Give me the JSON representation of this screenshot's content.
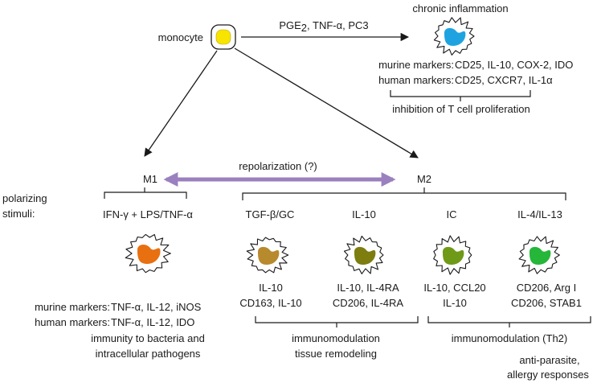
{
  "monocyte": {
    "label": "monocyte",
    "color": "#f7e400"
  },
  "top_arrow": {
    "prefix": "PGE",
    "sub": "2",
    "suffix": ", TNF-α, PC3"
  },
  "chronic": {
    "title": "chronic inflammation",
    "color": "#1fa3e0",
    "murine_label": "murine markers:",
    "murine_values": "CD25, IL-10, COX-2, IDO",
    "human_label": "human markers:",
    "human_values": "CD25, CXCR7, IL-1α",
    "outcome": "inhibition of T cell proliferation"
  },
  "m1_label": "M1",
  "m2_label": "M2",
  "repolarization": {
    "label": "repolarization (?)",
    "color": "#9b80bf"
  },
  "polarizing_stimuli": [
    "polarizing",
    "stimuli:"
  ],
  "m1": {
    "stimulus": "IFN-γ + LPS/TNF-α",
    "color": "#e87010",
    "murine_label": "murine markers:",
    "murine_values": "TNF-α, IL-12, iNOS",
    "human_label": "human markers:",
    "human_values": "TNF-α, IL-12, IDO",
    "outcome_lines": [
      "immunity to bacteria and",
      "intracellular pathogens"
    ]
  },
  "m2_subtypes": [
    {
      "stimulus": "TGF-β/GC",
      "color": "#b88a2e",
      "murine": "IL-10",
      "human": "CD163, IL-10"
    },
    {
      "stimulus": "IL-10",
      "color": "#7d7d10",
      "murine": "IL-10, IL-4RA",
      "human": "CD206, IL-4RA"
    },
    {
      "stimulus": "IC",
      "color": "#6f9a18",
      "murine": "IL-10, CCL20",
      "human": "IL-10"
    },
    {
      "stimulus": "IL-4/IL-13",
      "color": "#26b63a",
      "murine": "CD206, Arg I",
      "human": "CD206, STAB1"
    }
  ],
  "m2_outcomes": {
    "immunomodulation_lines": [
      "immunomodulation",
      "tissue remodeling"
    ],
    "th2": "immunomodulation (Th2)",
    "antiparasite_lines": [
      "anti-parasite,",
      "allergy responses"
    ]
  }
}
